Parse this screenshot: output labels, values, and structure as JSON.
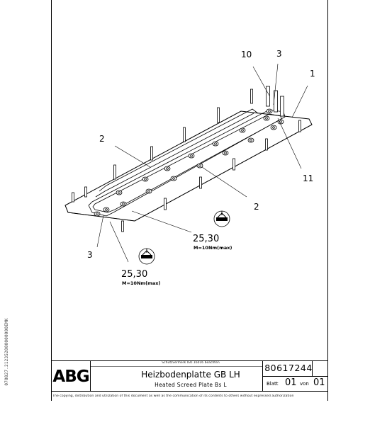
{
  "side_code": "070827.212352000000000EMK",
  "callouts": {
    "c10": "10",
    "c3_top": "3",
    "c1": "1",
    "c2_left": "2",
    "c11": "11",
    "c2_right": "2",
    "c3_left": "3"
  },
  "torque_right": {
    "value": "25,30",
    "spec": "M=10Nm(max)"
  },
  "torque_left": {
    "value": "25,30",
    "spec": "M=10Nm(max)"
  },
  "title_block": {
    "logo": "ABG",
    "protection_note": "Schutzvermerk ISO 16016 beachten",
    "title_de": "Heizbodenplatte GB LH",
    "title_en": "Heated Screed Plate Bs L",
    "part_number": "80617244",
    "sheet_label": "Blatt",
    "sheet_number": "01",
    "of_label": "von",
    "sheet_total": "01",
    "copyright": "The copying, distribution and utilization of this document as well as the communication of its contents to others without expressed authorization"
  }
}
